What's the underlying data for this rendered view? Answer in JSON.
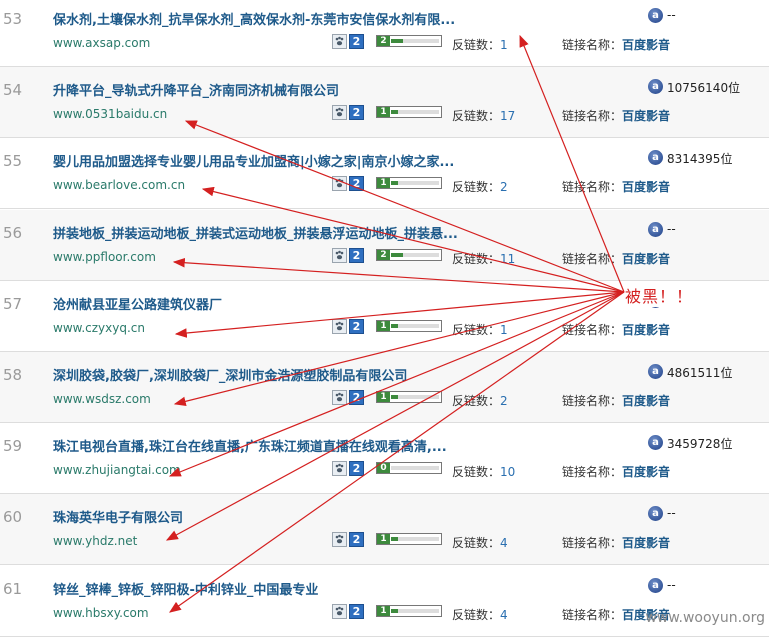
{
  "rows": [
    {
      "num": "53",
      "title": "保水剂,土壤保水剂_抗旱保水剂_高效保水剂-东莞市安信保水剂有限...",
      "url": "www.axsap.com",
      "br": "2",
      "pr": "2",
      "pr_level": 0.25,
      "fan_label": "反链数：",
      "fan_value": "1",
      "rank": "--",
      "link_label": "链接名称：",
      "link_value": "百度影音"
    },
    {
      "num": "54",
      "title": "升降平台_导轨式升降平台_济南同济机械有限公司",
      "url": "www.0531baidu.cn",
      "br": "2",
      "pr": "1",
      "pr_level": 0.15,
      "fan_label": "反链数：",
      "fan_value": "17",
      "rank": "10756140位",
      "link_label": "链接名称：",
      "link_value": "百度影音"
    },
    {
      "num": "55",
      "title": "婴儿用品加盟选择专业婴儿用品专业加盟商|小嫁之家|南京小嫁之家...",
      "url": "www.bearlove.com.cn",
      "br": "2",
      "pr": "1",
      "pr_level": 0.15,
      "fan_label": "反链数：",
      "fan_value": "2",
      "rank": "8314395位",
      "link_label": "链接名称：",
      "link_value": "百度影音"
    },
    {
      "num": "56",
      "title": "拼装地板_拼装运动地板_拼装式运动地板_拼装悬浮运动地板_拼装悬...",
      "url": "www.ppfloor.com",
      "br": "2",
      "pr": "2",
      "pr_level": 0.25,
      "fan_label": "反链数：",
      "fan_value": "11",
      "rank": "--",
      "link_label": "链接名称：",
      "link_value": "百度影音"
    },
    {
      "num": "57",
      "title": "沧州献县亚星公路建筑仪器厂",
      "url": "www.czyxyq.cn",
      "br": "2",
      "pr": "1",
      "pr_level": 0.15,
      "fan_label": "反链数：",
      "fan_value": "1",
      "rank": "--",
      "link_label": "链接名称：",
      "link_value": "百度影音"
    },
    {
      "num": "58",
      "title": "深圳胶袋,胶袋厂,深圳胶袋厂_深圳市金浩源塑胶制品有限公司",
      "url": "www.wsdsz.com",
      "br": "2",
      "pr": "1",
      "pr_level": 0.15,
      "fan_label": "反链数：",
      "fan_value": "2",
      "rank": "4861511位",
      "link_label": "链接名称：",
      "link_value": "百度影音"
    },
    {
      "num": "59",
      "title": "珠江电视台直播,珠江台在线直播,广东珠江频道直播在线观看高清,...",
      "url": "www.zhujiangtai.com",
      "br": "2",
      "pr": "0",
      "pr_level": 0.0,
      "fan_label": "反链数：",
      "fan_value": "10",
      "rank": "3459728位",
      "link_label": "链接名称：",
      "link_value": "百度影音"
    },
    {
      "num": "60",
      "title": "珠海英华电子有限公司",
      "url": "www.yhdz.net",
      "br": "2",
      "pr": "1",
      "pr_level": 0.15,
      "fan_label": "反链数：",
      "fan_value": "4",
      "rank": "--",
      "link_label": "链接名称：",
      "link_value": "百度影音"
    },
    {
      "num": "61",
      "title": "锌丝_锌棒_锌板_锌阳极-中利锌业_中国最专业",
      "url": "www.hbsxy.com",
      "br": "2",
      "pr": "1",
      "pr_level": 0.15,
      "fan_label": "反链数：",
      "fan_value": "4",
      "rank": "--",
      "link_label": "链接名称：",
      "link_value": "百度影音"
    }
  ],
  "annotation": "被黑！！",
  "watermark": "www.wooyun.org",
  "colors": {
    "title": "#1e5a8a",
    "url": "#2a7a6a",
    "arrow": "#d42020",
    "pr_green": "#3d8a3d",
    "br_blue": "#2f6fc0"
  },
  "icons": {
    "paw": "baidu-paw-icon",
    "alexa": "alexa-icon"
  }
}
